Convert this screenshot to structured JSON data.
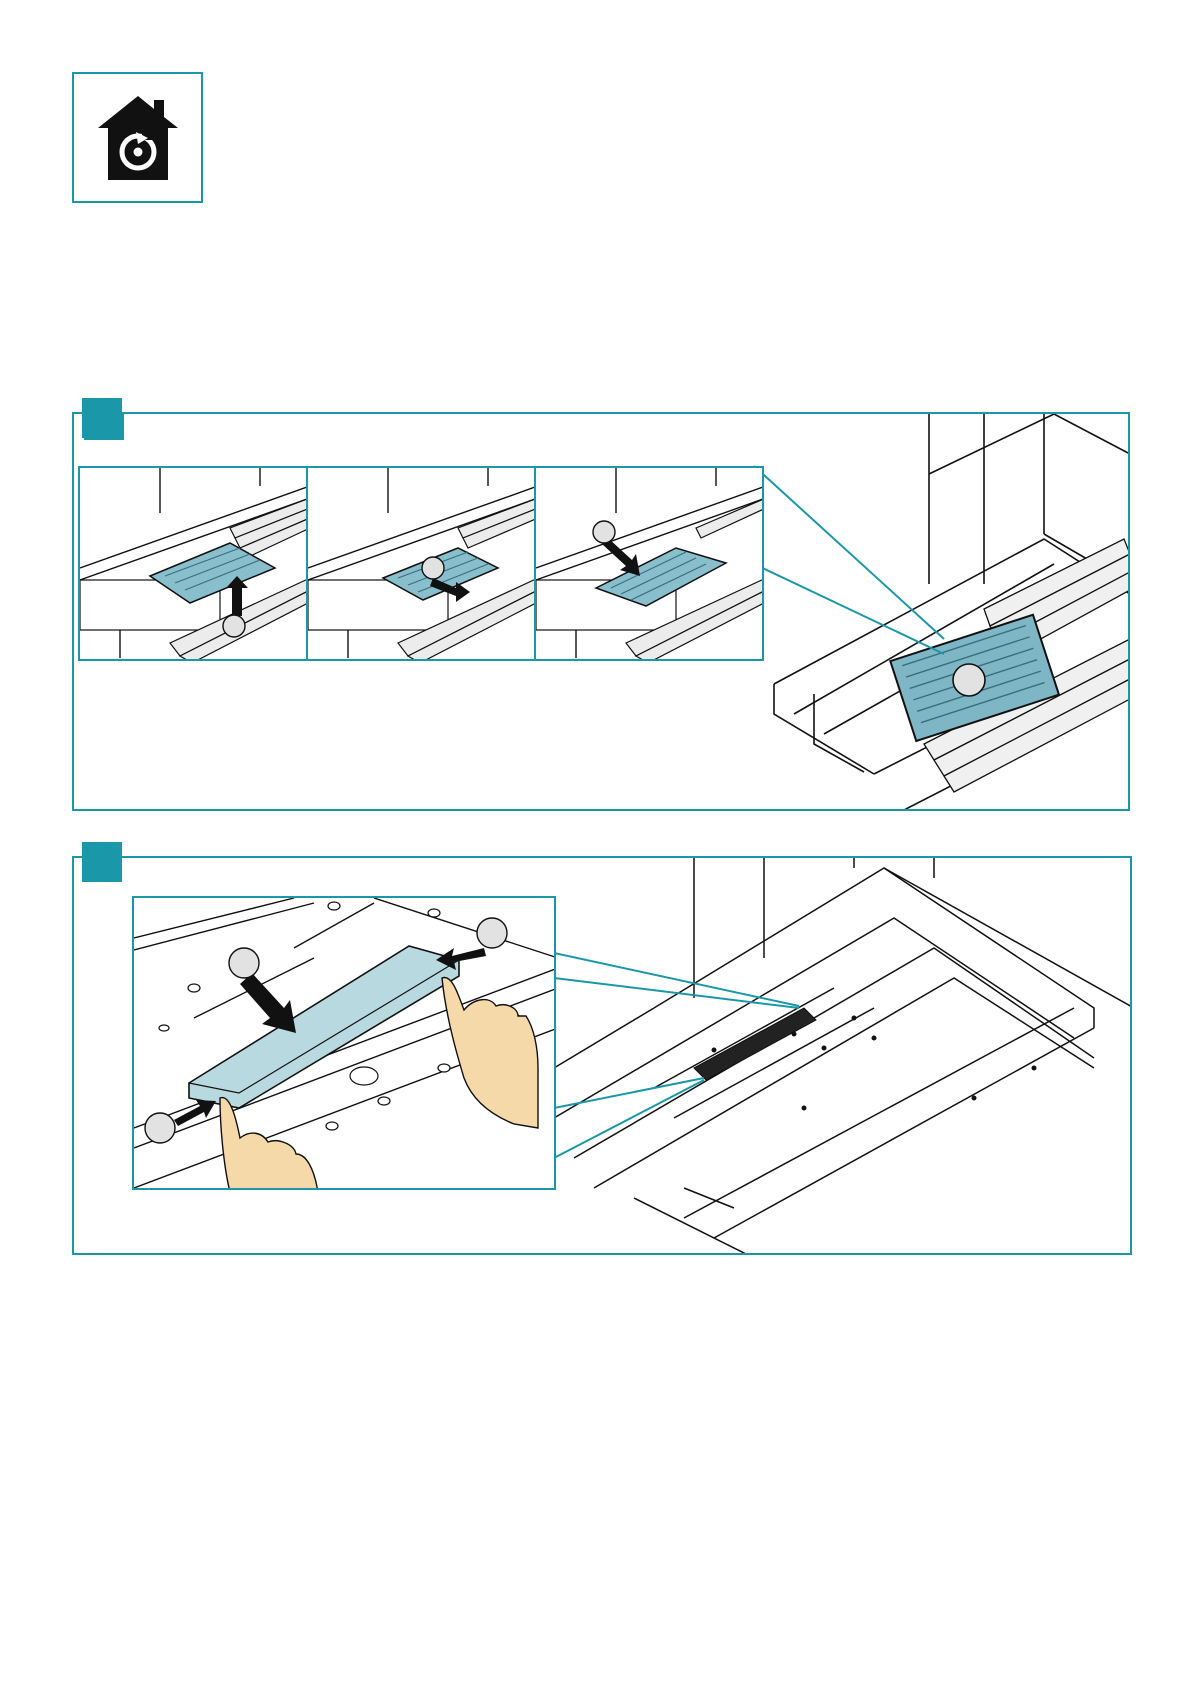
{
  "page": {
    "icon": "home-reset-icon",
    "accent_color": "#1a97a8",
    "part_color": "#b9d9e0",
    "hand_color": "#f6d9a8"
  },
  "steps": [
    {
      "id": "step-1",
      "panels": 3,
      "labels": []
    },
    {
      "id": "step-2",
      "panels": 1,
      "labels": []
    }
  ]
}
